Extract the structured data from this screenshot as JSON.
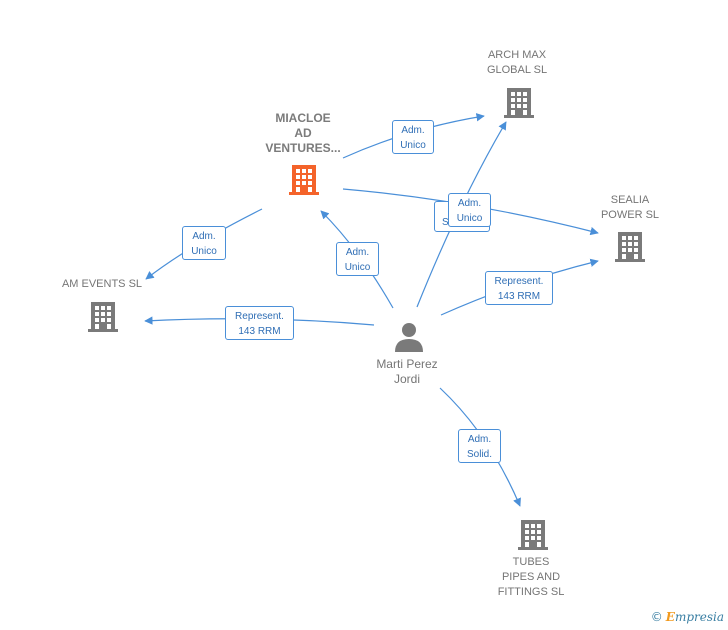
{
  "colors": {
    "edge": "#4a8fd8",
    "building": "#7a7a7a",
    "building_highlight": "#f4632a",
    "person": "#7a7a7a"
  },
  "nodes": {
    "miacloe": {
      "label": "MIACLOE\nAD\nVENTURES...",
      "icon": "building-icon",
      "highlight": true
    },
    "arch_max": {
      "label": "ARCH MAX\nGLOBAL  SL",
      "icon": "building-icon"
    },
    "sealia": {
      "label": "SEALIA\nPOWER  SL",
      "icon": "building-icon"
    },
    "am_events": {
      "label": "AM EVENTS  SL",
      "icon": "building-icon"
    },
    "tubes": {
      "label": "TUBES\nPIPES AND\nFITTINGS SL",
      "icon": "building-icon"
    },
    "marti": {
      "label": "Marti Perez\nJordi",
      "icon": "person-icon"
    }
  },
  "relations": {
    "miacloe_arch": "Adm.\nUnico",
    "marti_am_events_adm": "Adm.\nUnico",
    "marti_miacloe": "Adm.\nUnico",
    "marti_am_events_rep": "Represent.\n143 RRM",
    "marti_arch": "Adm.\nUnico",
    "miacloe_sealia": "S",
    "marti_sealia": "Represent.\n143 RRM",
    "marti_tubes": "Adm.\nSolid."
  },
  "footer": {
    "copyright": "©",
    "brand_initial": "E",
    "brand_rest": "mpresia"
  }
}
